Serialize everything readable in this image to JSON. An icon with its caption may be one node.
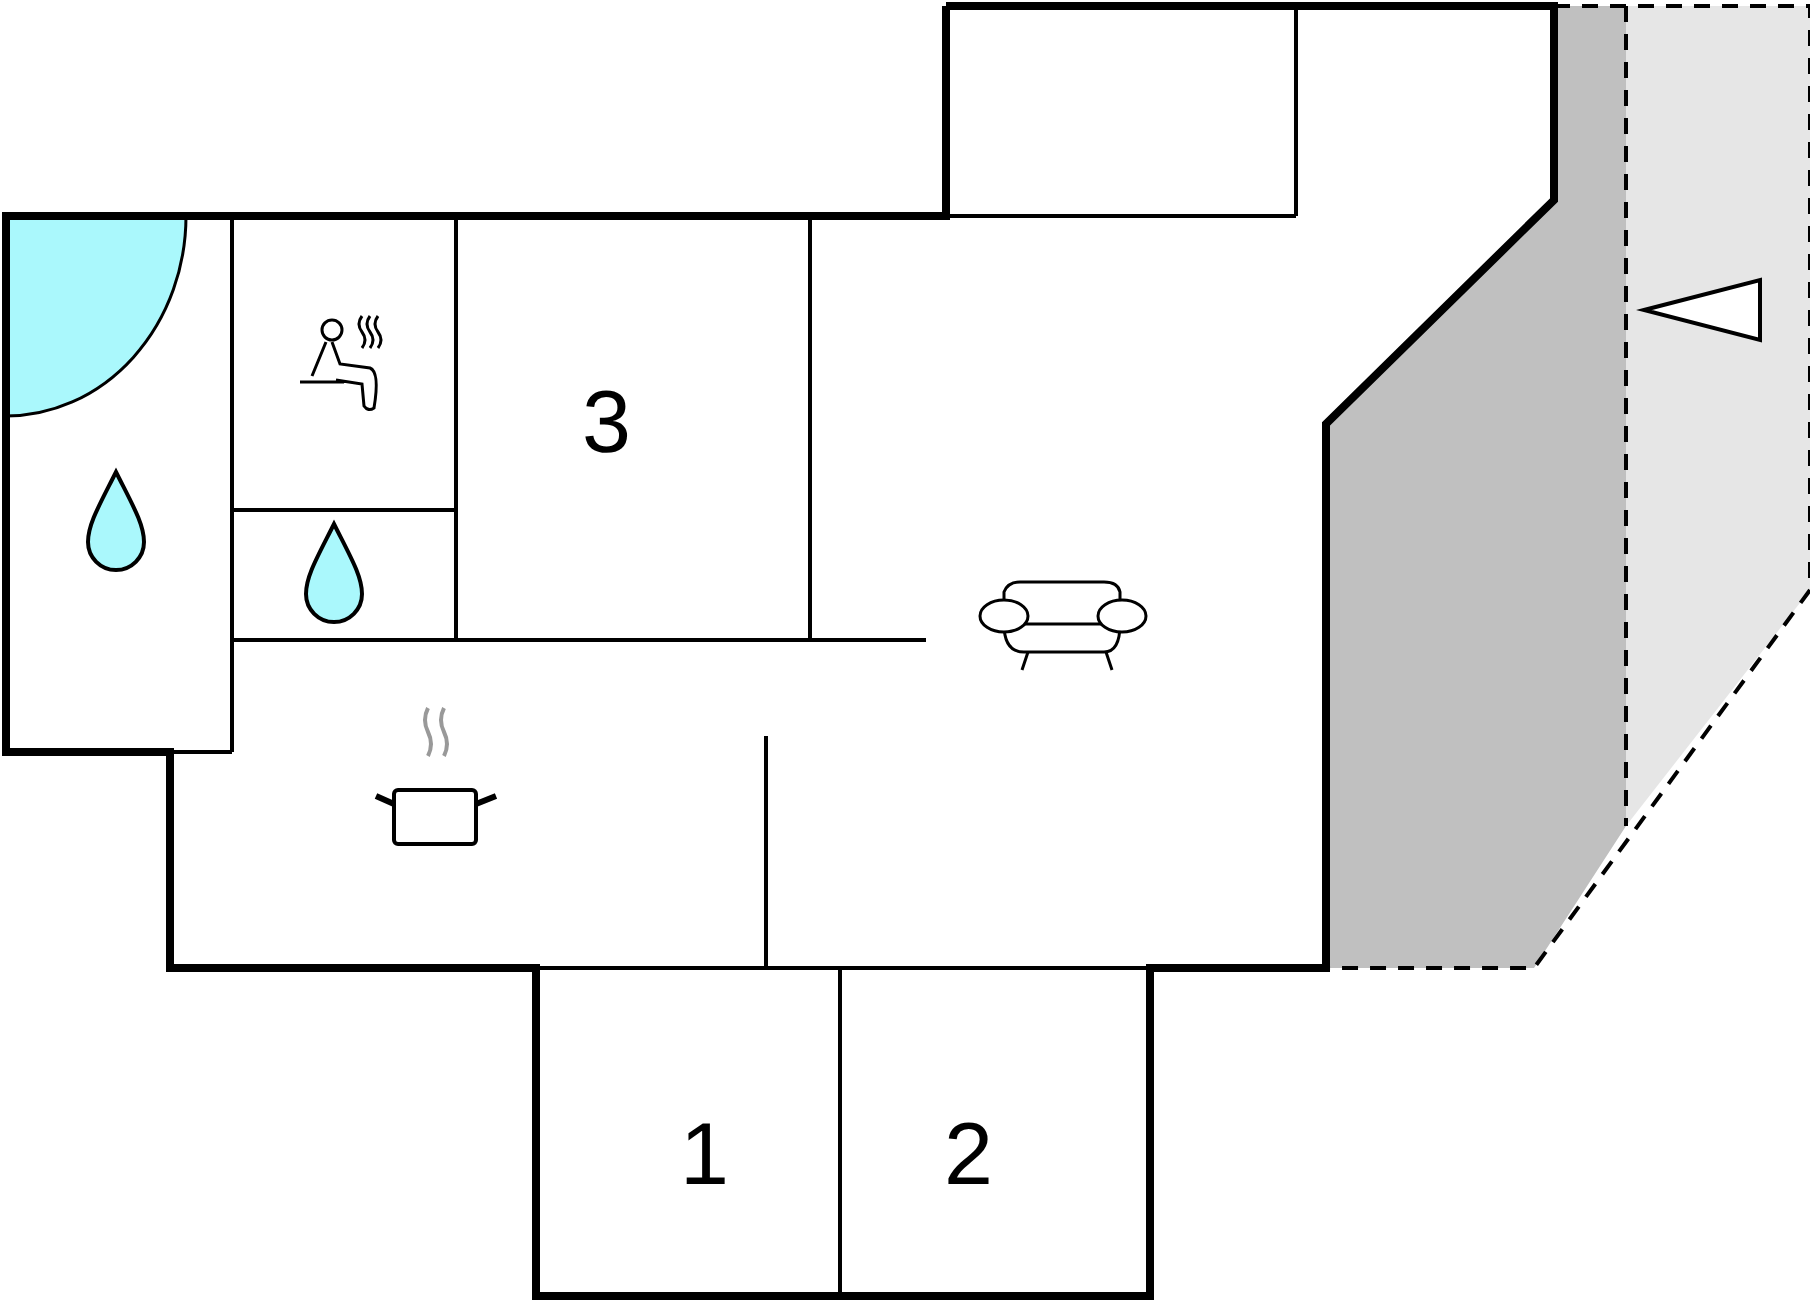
{
  "diagram": {
    "labels": [
      "3",
      "1",
      "2"
    ]
  }
}
